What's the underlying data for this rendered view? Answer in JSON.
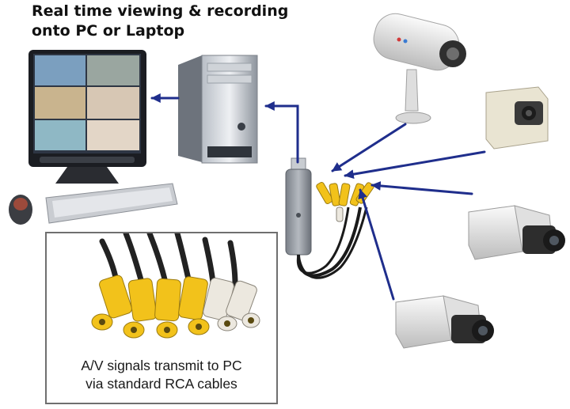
{
  "title": {
    "line1": "Real time viewing & recording",
    "line2": "onto PC or Laptop"
  },
  "caption": {
    "line1": "A/V signals transmit to PC",
    "line2": "via standard RCA cables"
  },
  "colors": {
    "arrow": "#1f2e8c",
    "frame": "#6f6f6f",
    "rca_yellow": "#f2c21b",
    "rca_white": "#ece8df"
  },
  "icons": [
    "monitor-icon",
    "pc-tower-icon",
    "keyboard-icon",
    "mouse-icon",
    "usb-dvr-adapter-icon",
    "bullet-camera-icon",
    "mini-camera-icon",
    "box-camera-icon",
    "rca-connectors-icon"
  ]
}
